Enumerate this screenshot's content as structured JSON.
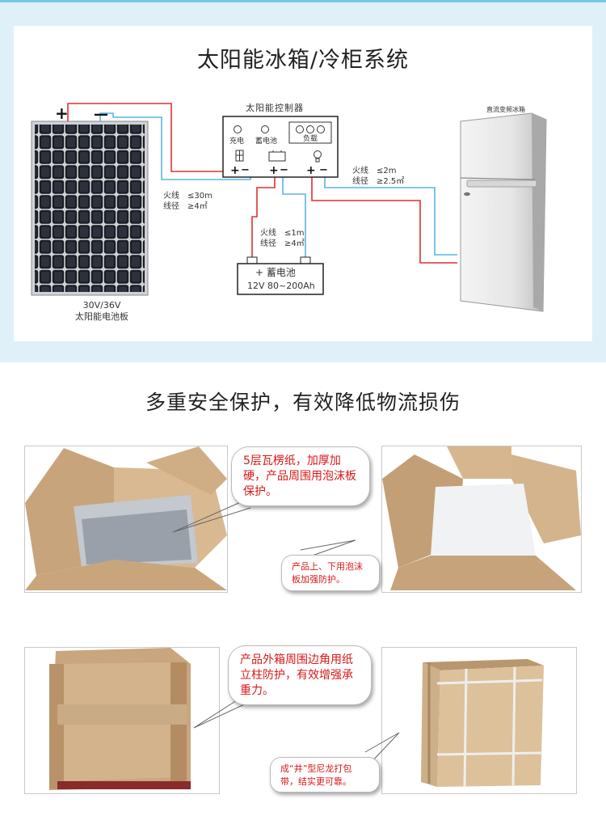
{
  "diagram": {
    "title": "太阳能冰箱/冷柜系统",
    "panel_plus": "+",
    "panel_minus": "—",
    "panel_caption_1": "30V/36V",
    "panel_caption_2": "太阳能电池板",
    "controller_title": "太阳能控制器",
    "controller_charge": "充电",
    "controller_battery": "蓄电池",
    "controller_load": "负载",
    "wire1_line1": "火线　≤30m",
    "wire1_line2": "线径　≥4㎡",
    "wire2_line1": "火线　≤1m",
    "wire2_line2": "线径　≥4㎡",
    "wire3_line1": "火线　≤2m",
    "wire3_line2": "线径　≥2.5㎡",
    "battery_label": "+ 蓄电池",
    "battery_spec": "12V 80~200Ah",
    "fridge_caption": "直流变频冰箱",
    "colors": {
      "positive_wire": "#e03030",
      "negative_wire": "#59b6e0",
      "band": "#dff0f8"
    }
  },
  "packaging": {
    "title": "多重安全保护，有效降低物流损伤",
    "callout_1": "5层瓦楞纸，加厚加硬，产品周围用泡沫板保护。",
    "callout_2": "产品上、下用泡沫板加强防护。",
    "callout_3": "产品外箱周围边角用纸立柱防护，有效增强承重力。",
    "callout_4": "成“井”型尼龙打包带，结实更可靠。"
  }
}
